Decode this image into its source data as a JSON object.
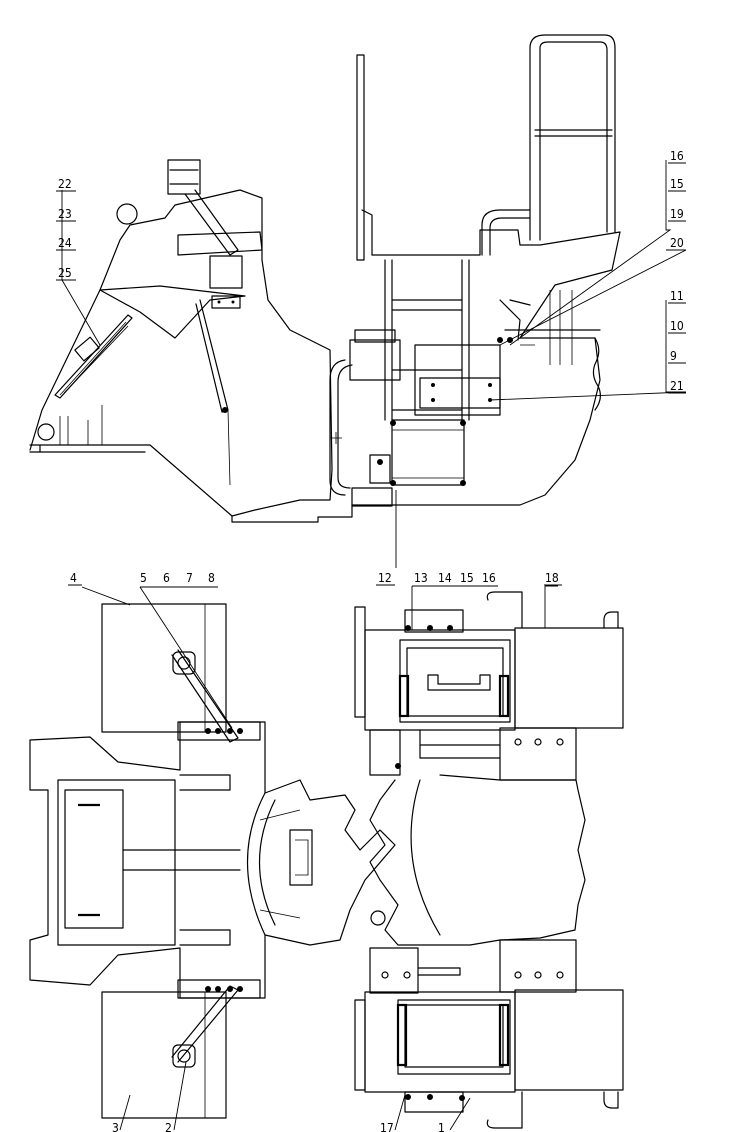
{
  "callouts": {
    "c1": "1",
    "c2": "2",
    "c3": "3",
    "c4": "4",
    "c5": "5",
    "c6": "6",
    "c7": "7",
    "c8": "8",
    "c9": "9",
    "c10": "10",
    "c11": "11",
    "c12": "12",
    "c13": "13",
    "c14": "14",
    "c15a": "15",
    "c15b": "15",
    "c16a": "16",
    "c16b": "16",
    "c17": "17",
    "c18": "18",
    "c19": "19",
    "c20": "20",
    "c21": "21",
    "c22": "22",
    "c23": "23",
    "c24": "24",
    "c25": "25"
  }
}
